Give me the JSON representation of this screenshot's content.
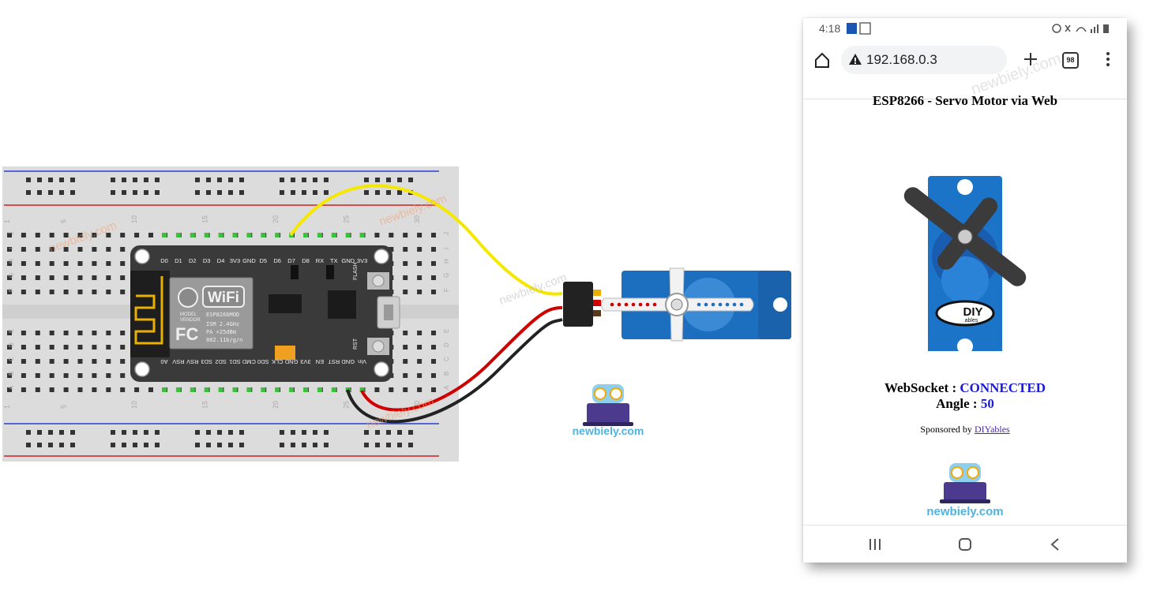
{
  "board": {
    "top_pins": [
      "D0",
      "D1",
      "D2",
      "D3",
      "D4",
      "3V3",
      "GND",
      "D5",
      "D6",
      "D7",
      "D8",
      "RX",
      "TX",
      "GND",
      "3V3"
    ],
    "bottom_pins": [
      "A0",
      "RSV",
      "RSV",
      "SD3",
      "SD2",
      "SD1",
      "CMD",
      "SD0",
      "CLK",
      "GND",
      "3V3",
      "EN",
      "RST",
      "GND",
      "Vin"
    ],
    "wifi_text": "WiFi",
    "module_text": [
      "ESP8266MOD",
      "ISM 2.4GHz",
      "PA +25dBm",
      "802.11b/g/n"
    ],
    "model_text": [
      "MODEL",
      "VENDOR"
    ],
    "fcc_text": "FC",
    "flash_label": "FLASH",
    "rst_label": "RST",
    "row_letters": [
      "J",
      "I",
      "H",
      "G",
      "F",
      "E",
      "D",
      "C",
      "B",
      "A"
    ],
    "column_numbers": [
      "1",
      "5",
      "10",
      "15",
      "20",
      "25",
      "30"
    ]
  },
  "watermark": "newbiely.com",
  "logo_text": "newbiely.com",
  "wire_colors": {
    "yellow": "#f5e800",
    "red": "#d10000",
    "black": "#222222"
  },
  "phone": {
    "time": "4:18",
    "url": "192.168.0.3",
    "tab_count": "98",
    "page_title": "ESP8266 - Servo Motor via Web",
    "websocket_label": "WebSocket : ",
    "websocket_status": "CONNECTED",
    "angle_label": "Angle : ",
    "angle_value": "50",
    "sponsor_prefix": "Sponsored by ",
    "sponsor_link": "DIYables",
    "servo_badge": "DIY",
    "servo_badge_sub": "ables",
    "logo_text": "newbiely.com",
    "watermark": "newbiely.com"
  }
}
